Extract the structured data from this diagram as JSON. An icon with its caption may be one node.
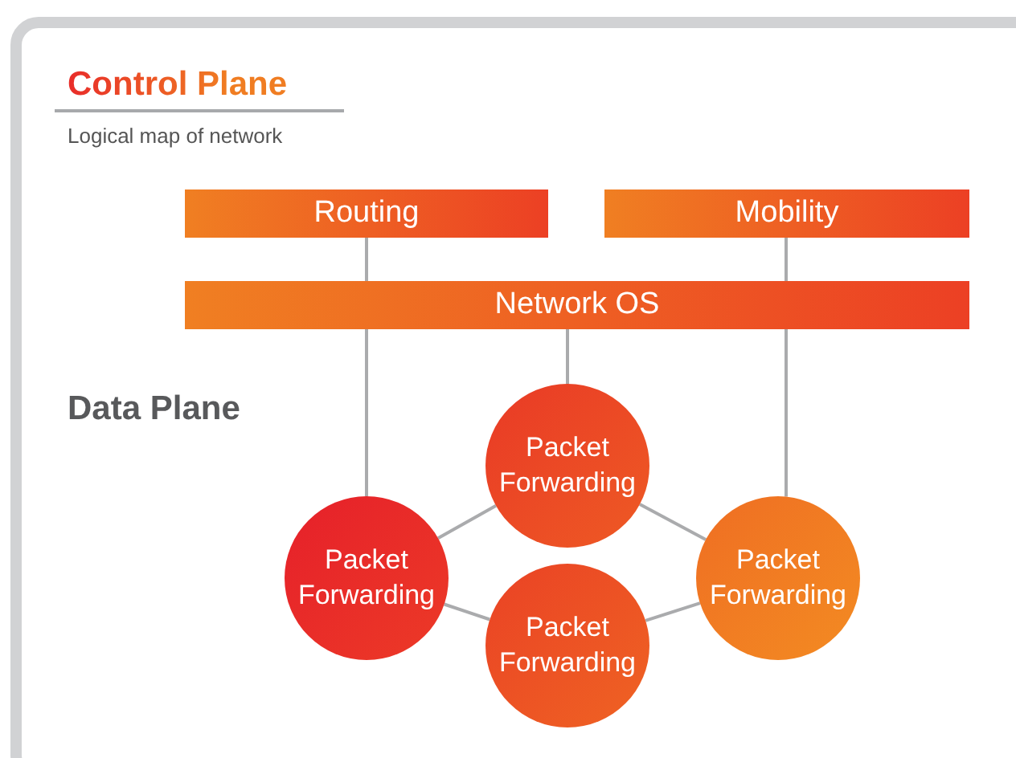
{
  "diagram": {
    "title": "Control Plane",
    "nodes": [
      {
        "text": [
          "Routing"
        ]
      },
      {
        "text": [
          "Mobility"
        ]
      },
      {
        "text": [
          "Network OS"
        ]
      },
      {
        "text": [
          "Packet Forwarding"
        ]
      },
      {
        "text": [
          "Packet Forwarding"
        ]
      },
      {
        "text": [
          "Packet Forwarding"
        ]
      },
      {
        "text": [
          "Packet Forwarding"
        ]
      }
    ],
    "edges": [
      {
        "from": 0,
        "to": 2,
        "arrow": "none"
      },
      {
        "from": 1,
        "to": 2,
        "arrow": "none"
      },
      {
        "from": 2,
        "to": 3,
        "arrow": "none"
      },
      {
        "from": 2,
        "to": 4,
        "arrow": "none"
      },
      {
        "from": 2,
        "to": 5,
        "arrow": "none"
      },
      {
        "from": 4,
        "to": 3,
        "arrow": "none"
      },
      {
        "from": 3,
        "to": 5,
        "arrow": "none"
      },
      {
        "from": 4,
        "to": 6,
        "arrow": "none"
      },
      {
        "from": 6,
        "to": 5,
        "arrow": "none"
      }
    ],
    "labels": [
      "Logical map of network",
      "Data Plane"
    ]
  }
}
